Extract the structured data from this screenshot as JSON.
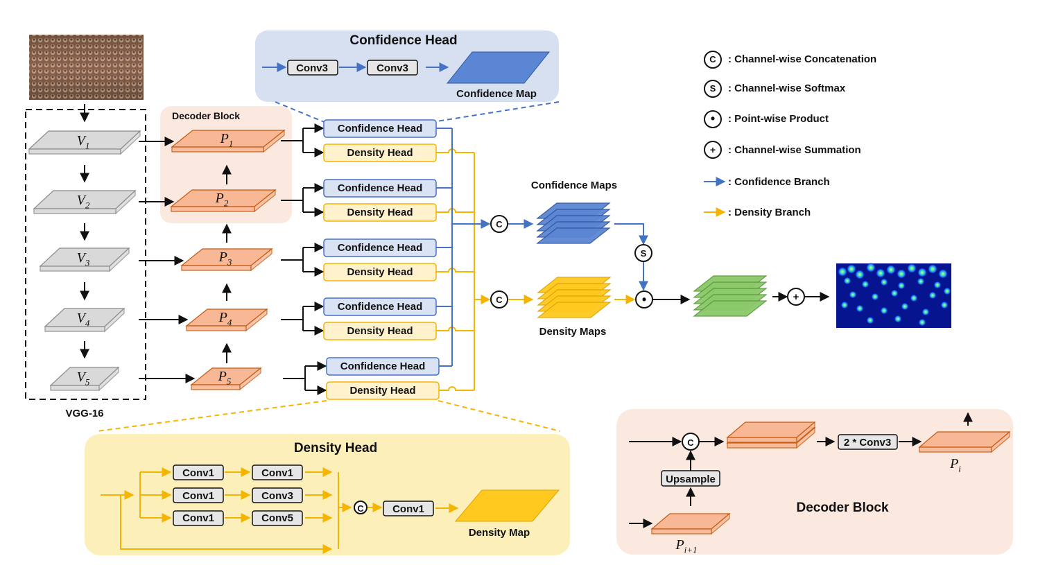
{
  "colors": {
    "confidence": "#4472c4",
    "density": "#f5b400",
    "conf_box_fill": "#dae3f3",
    "dens_box_fill": "#fff2cc",
    "decoder_fill": "#fbe5d6",
    "p_fill": "#f8b795",
    "v_fill": "#d9d9d9",
    "green": "#70ad47",
    "panel_conf": "#d6e0f1",
    "panel_dens": "#fdefb9",
    "panel_dec": "#fbe8df"
  },
  "backbone": {
    "label": "VGG-16",
    "layers": [
      {
        "base": "V",
        "sub": "1"
      },
      {
        "base": "V",
        "sub": "2"
      },
      {
        "base": "V",
        "sub": "3"
      },
      {
        "base": "V",
        "sub": "4"
      },
      {
        "base": "V",
        "sub": "5"
      }
    ]
  },
  "decoder": {
    "block_label": "Decoder Block",
    "layers": [
      {
        "base": "P",
        "sub": "1"
      },
      {
        "base": "P",
        "sub": "2"
      },
      {
        "base": "P",
        "sub": "3"
      },
      {
        "base": "P",
        "sub": "4"
      },
      {
        "base": "P",
        "sub": "5"
      }
    ]
  },
  "heads": {
    "confidence_label": "Confidence Head",
    "density_label": "Density Head"
  },
  "confidence_head_panel": {
    "title": "Confidence Head",
    "ops": [
      "Conv3",
      "Conv3"
    ],
    "output": "Confidence Map"
  },
  "density_head_panel": {
    "title": "Density Head",
    "rows": [
      [
        "Conv1",
        "Conv1"
      ],
      [
        "Conv1",
        "Conv3"
      ],
      [
        "Conv1",
        "Conv5"
      ]
    ],
    "concat_symbol": "C",
    "final_op": "Conv1",
    "output": "Density Map"
  },
  "fusion": {
    "confidence_maps_label": "Confidence Maps",
    "density_maps_label": "Density Maps",
    "concat_symbol": "C",
    "softmax_symbol": "S",
    "product_symbol": "•",
    "sum_symbol": "+"
  },
  "legend": [
    {
      "symbol": "C",
      "text": ": Channel-wise Concatenation"
    },
    {
      "symbol": "S",
      "text": ": Channel-wise Softmax"
    },
    {
      "symbol": "•",
      "text": ": Point-wise Product"
    },
    {
      "symbol": "+",
      "text": ": Channel-wise Summation"
    },
    {
      "arrow": "confidence",
      "text": ": Confidence Branch"
    },
    {
      "arrow": "density",
      "text": ": Density Branch"
    }
  ],
  "decoder_block_detail": {
    "title": "Decoder Block",
    "concat_symbol": "C",
    "upsample": "Upsample",
    "op": "2 * Conv3",
    "out": {
      "base": "P",
      "sub": "i"
    },
    "in": {
      "base": "P",
      "sub": "i+1"
    }
  }
}
